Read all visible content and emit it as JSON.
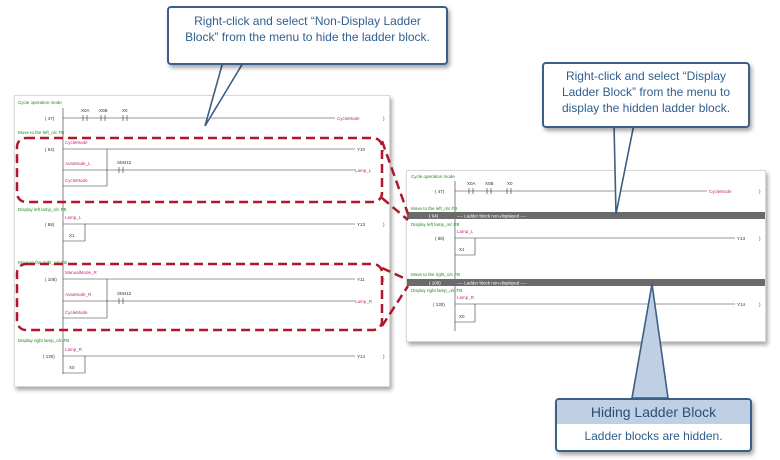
{
  "callouts": {
    "hide": {
      "line1": "Right-click and select “Non-Display Ladder",
      "line2": "Block” from the menu to hide the ladder block."
    },
    "display": {
      "line1": "Right-click and select “Display",
      "line2": "Ladder Block” from the menu to",
      "line3": "display the hidden ladder block."
    }
  },
  "info_box": {
    "title": "Hiding Ladder Block",
    "description": "Ladder blocks are hidden."
  },
  "left_ladder": {
    "b1": {
      "comment": "Cycle operation mode",
      "step": "( 47)",
      "c1": "X0A",
      "c2": "X0B",
      "c3": "X0",
      "coil": "CycleMode"
    },
    "b2": {
      "comment": "Move to the left_o/c FB",
      "step": "( 64)",
      "c1": "CycleMode",
      "c2": "AutoMode_L",
      "c3": "SM412",
      "c4": "CycleMode",
      "coil1": "Y10",
      "coil2": "Lamp_L"
    },
    "b3": {
      "comment": "Display left lamp_o/c FB",
      "step": "( 88)",
      "c1": "Lamp_L",
      "c2": "X1",
      "coil": "Y13"
    },
    "b4": {
      "comment": "Move to the right_o/c FB",
      "step": "( 106)",
      "c1": "ManualMode_R",
      "c2": "AutoMode_R",
      "c3": "SM412",
      "c4": "CycleMode",
      "coil1": "Y11",
      "coil2": "Lamp_R"
    },
    "b5": {
      "comment": "Display right lamp_o/c FB",
      "step": "( 130)",
      "c1": "Lamp_R",
      "c2": "X0",
      "coil": "Y14"
    },
    "end_mark": ")"
  },
  "right_ladder": {
    "b1": {
      "comment": "Cycle operation mode",
      "step": "( 47)",
      "c1": "X0A",
      "c2": "X0B",
      "c3": "X0",
      "coil": "CycleMode"
    },
    "hidden1": {
      "comment": "Move to the left_o/c FB",
      "step": "( 64)",
      "text": "---- Ladder block non-displayed ----"
    },
    "b3": {
      "comment": "Display left lamp_o/c FB",
      "step": "( 88)",
      "c1": "Lamp_L",
      "c2": "X1",
      "coil": "Y13"
    },
    "hidden2": {
      "comment": "Move to the right_o/c FB",
      "step": "( 106)",
      "text": "---- Ladder block non-displayed ----"
    },
    "b5": {
      "comment": "Display right lamp_o/c FB",
      "step": "( 130)",
      "c1": "Lamp_R",
      "c2": "X0",
      "coil": "Y14"
    },
    "end_mark": ")"
  },
  "colors": {
    "callout_border": "#3b5f86",
    "highlight": "#b0182a",
    "hidden_bar": "#6a6a6a",
    "comment_green": "#1f8a1f",
    "device_pink": "#c8287a"
  }
}
